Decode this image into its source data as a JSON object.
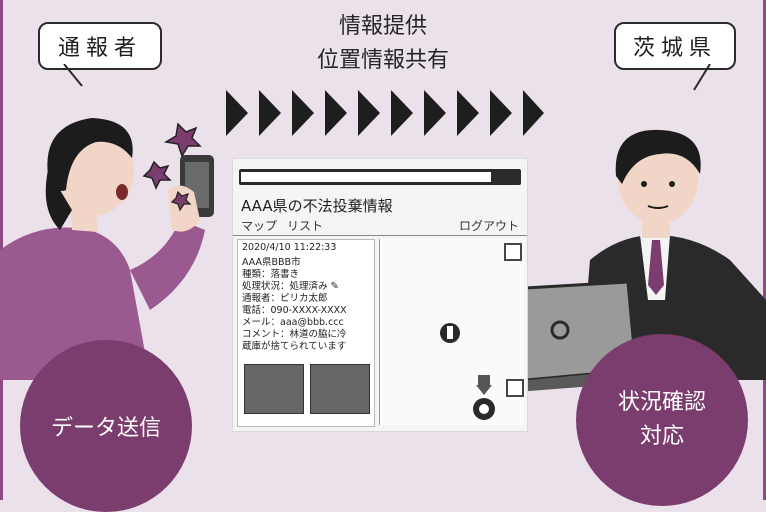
{
  "header": {
    "line1": "情報提供",
    "line2": "位置情報共有"
  },
  "bubbles": {
    "left": "通報者",
    "right": "茨城県"
  },
  "app": {
    "title": "AAA県の不法投棄情報",
    "tabs": {
      "map": "マップ",
      "list": "リスト",
      "logout": "ログアウト"
    },
    "report": {
      "datetime": "2020/4/10 11:22:33",
      "location": "AAA県BBB市",
      "type": "種類：落書き",
      "status": "処理状況：処理済み",
      "reporter": "通報者：ピリカ太郎",
      "phone": "電話：090-XXXX-XXXX",
      "email": "メール：aaa@bbb.ccc",
      "comment1": "コメント：林道の脇に冷",
      "comment2": "蔵庫が捨てられています"
    }
  },
  "circles": {
    "left": "データ送信",
    "right_line1": "状況確認",
    "right_line2": "対応"
  },
  "colors": {
    "background": "#ebe1ea",
    "accent": "#7a3d6e",
    "person_left_shirt": "#9b5a8f"
  }
}
